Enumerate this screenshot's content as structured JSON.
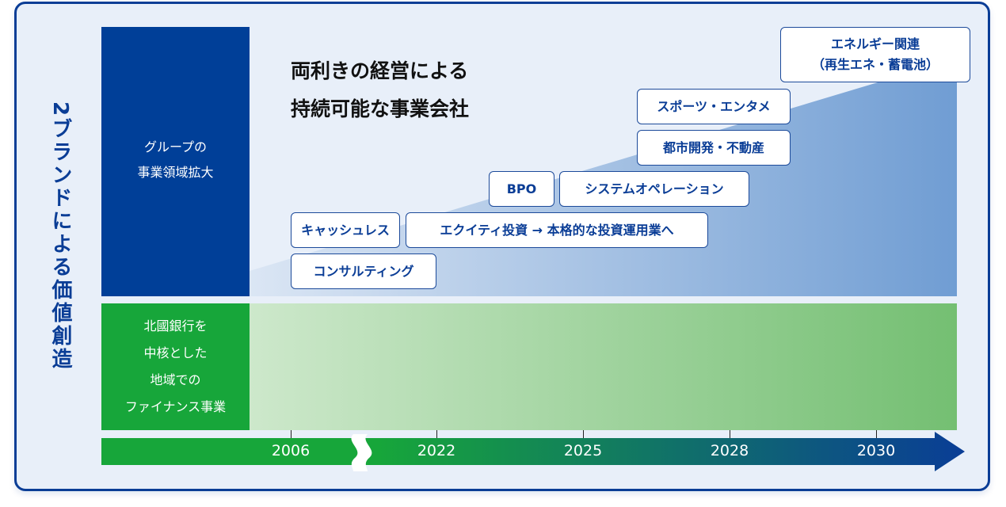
{
  "side_title": "2ブランドによる価値創造",
  "blue_block": {
    "line1": "グループの",
    "line2": "事業領域拡大"
  },
  "green_block": {
    "line1": "北國銀行を",
    "line2": "中核とした",
    "line3": "地域での",
    "line4": "ファイナンス事業"
  },
  "headline": {
    "line1": "両利きの経営による",
    "line2": "持続可能な事業会社"
  },
  "businesses": {
    "energy_1": "エネルギー関連",
    "energy_2": "（再生エネ・蓄電池）",
    "sports": "スポーツ・エンタメ",
    "urban": "都市開発・不動産",
    "bpo": "BPO",
    "sysop": "システムオペレーション",
    "cashless": "キャッシュレス",
    "equity": "エクイティ投資 → 本格的な投資運用業へ",
    "consulting": "コンサルティング"
  },
  "timeline": {
    "years": [
      "2006",
      "2022",
      "2025",
      "2028",
      "2030"
    ]
  },
  "colors": {
    "navy": "#003f98",
    "green": "#17a63a"
  }
}
